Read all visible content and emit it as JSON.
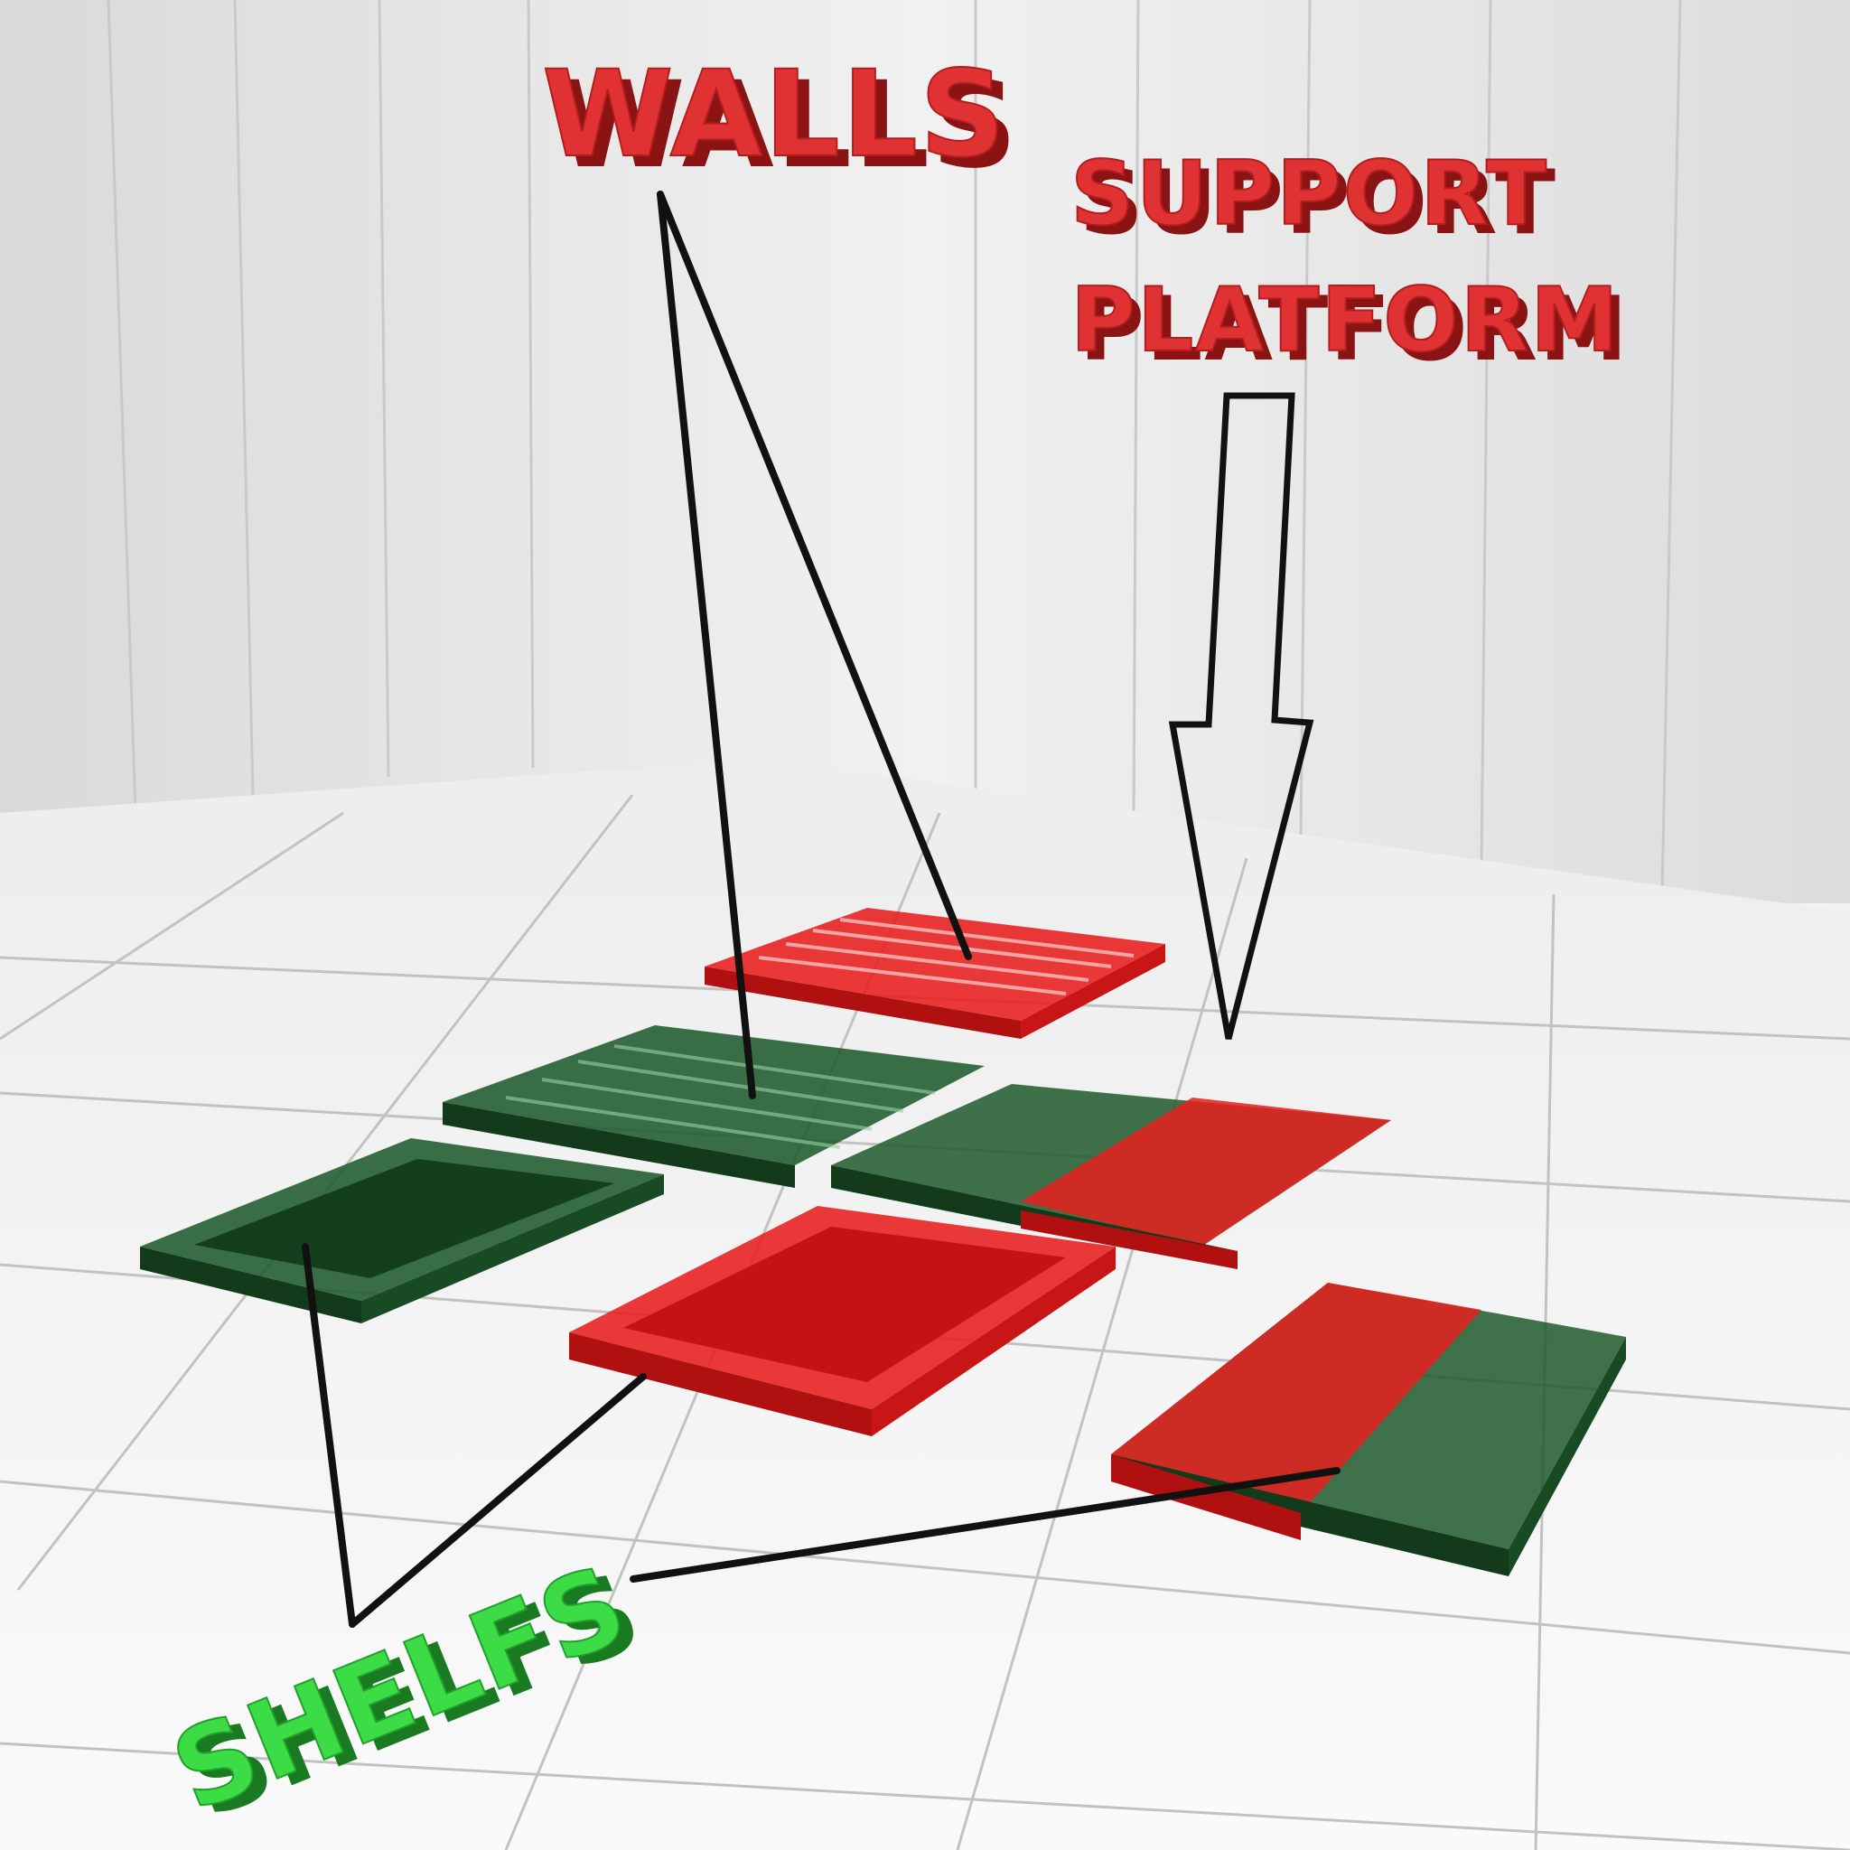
{
  "labels": {
    "walls": "WALLS",
    "support_line1": "SUPPORT",
    "support_line2": "PLATFORM",
    "shelfs": "SHELFS"
  },
  "colors": {
    "red_part": "#e81e1e",
    "green_part": "#1f5a2c",
    "label_red": "#e03232",
    "label_red_shadow": "#8a1414",
    "label_green": "#3cdc46",
    "label_green_shadow": "#1a7a22",
    "leader_line": "#111111",
    "wall_background": "#ececec",
    "floor": "#f4f4f4",
    "grid_line": "#bdbdbd"
  },
  "icons": {
    "arrow": "down-arrow-outline-icon"
  }
}
